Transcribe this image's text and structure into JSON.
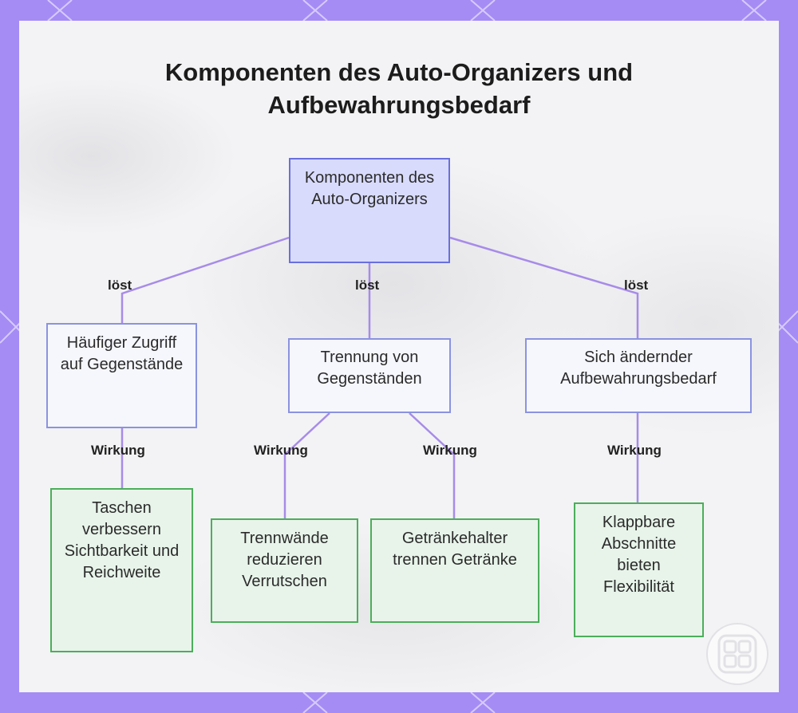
{
  "title": "Komponenten des Auto-Organizers und Aufbewahrungsbedarf",
  "nodes": {
    "root": "Komponenten des Auto-Organizers",
    "access": "Häufiger Zugriff auf Gegenstände",
    "separation": "Trennung von Gegenständen",
    "changing": "Sich ändernder Aufbewahrungsbedarf",
    "pockets": "Taschen verbessern Sichtbarkeit und Reichweite",
    "dividers": "Trennwände reduzieren Verrutschen",
    "cupholders": "Getränkehalter trennen Getränke",
    "foldable": "Klappbare Abschnitte bieten Flexibilität"
  },
  "edge_labels": {
    "solves": "löst",
    "effect": "Wirkung"
  },
  "colors": {
    "frame": "#a58cf5",
    "root_fill": "#d8dbfb",
    "root_border": "#6a6fdc",
    "mid_fill": "#f6f7fd",
    "mid_border": "#8a93e0",
    "leaf_fill": "#e8f4ea",
    "leaf_border": "#4cae5a",
    "edge_top": "#a78be8",
    "edge_bottom": "#a78be8"
  },
  "logo_icon": "napkin-logo-icon"
}
